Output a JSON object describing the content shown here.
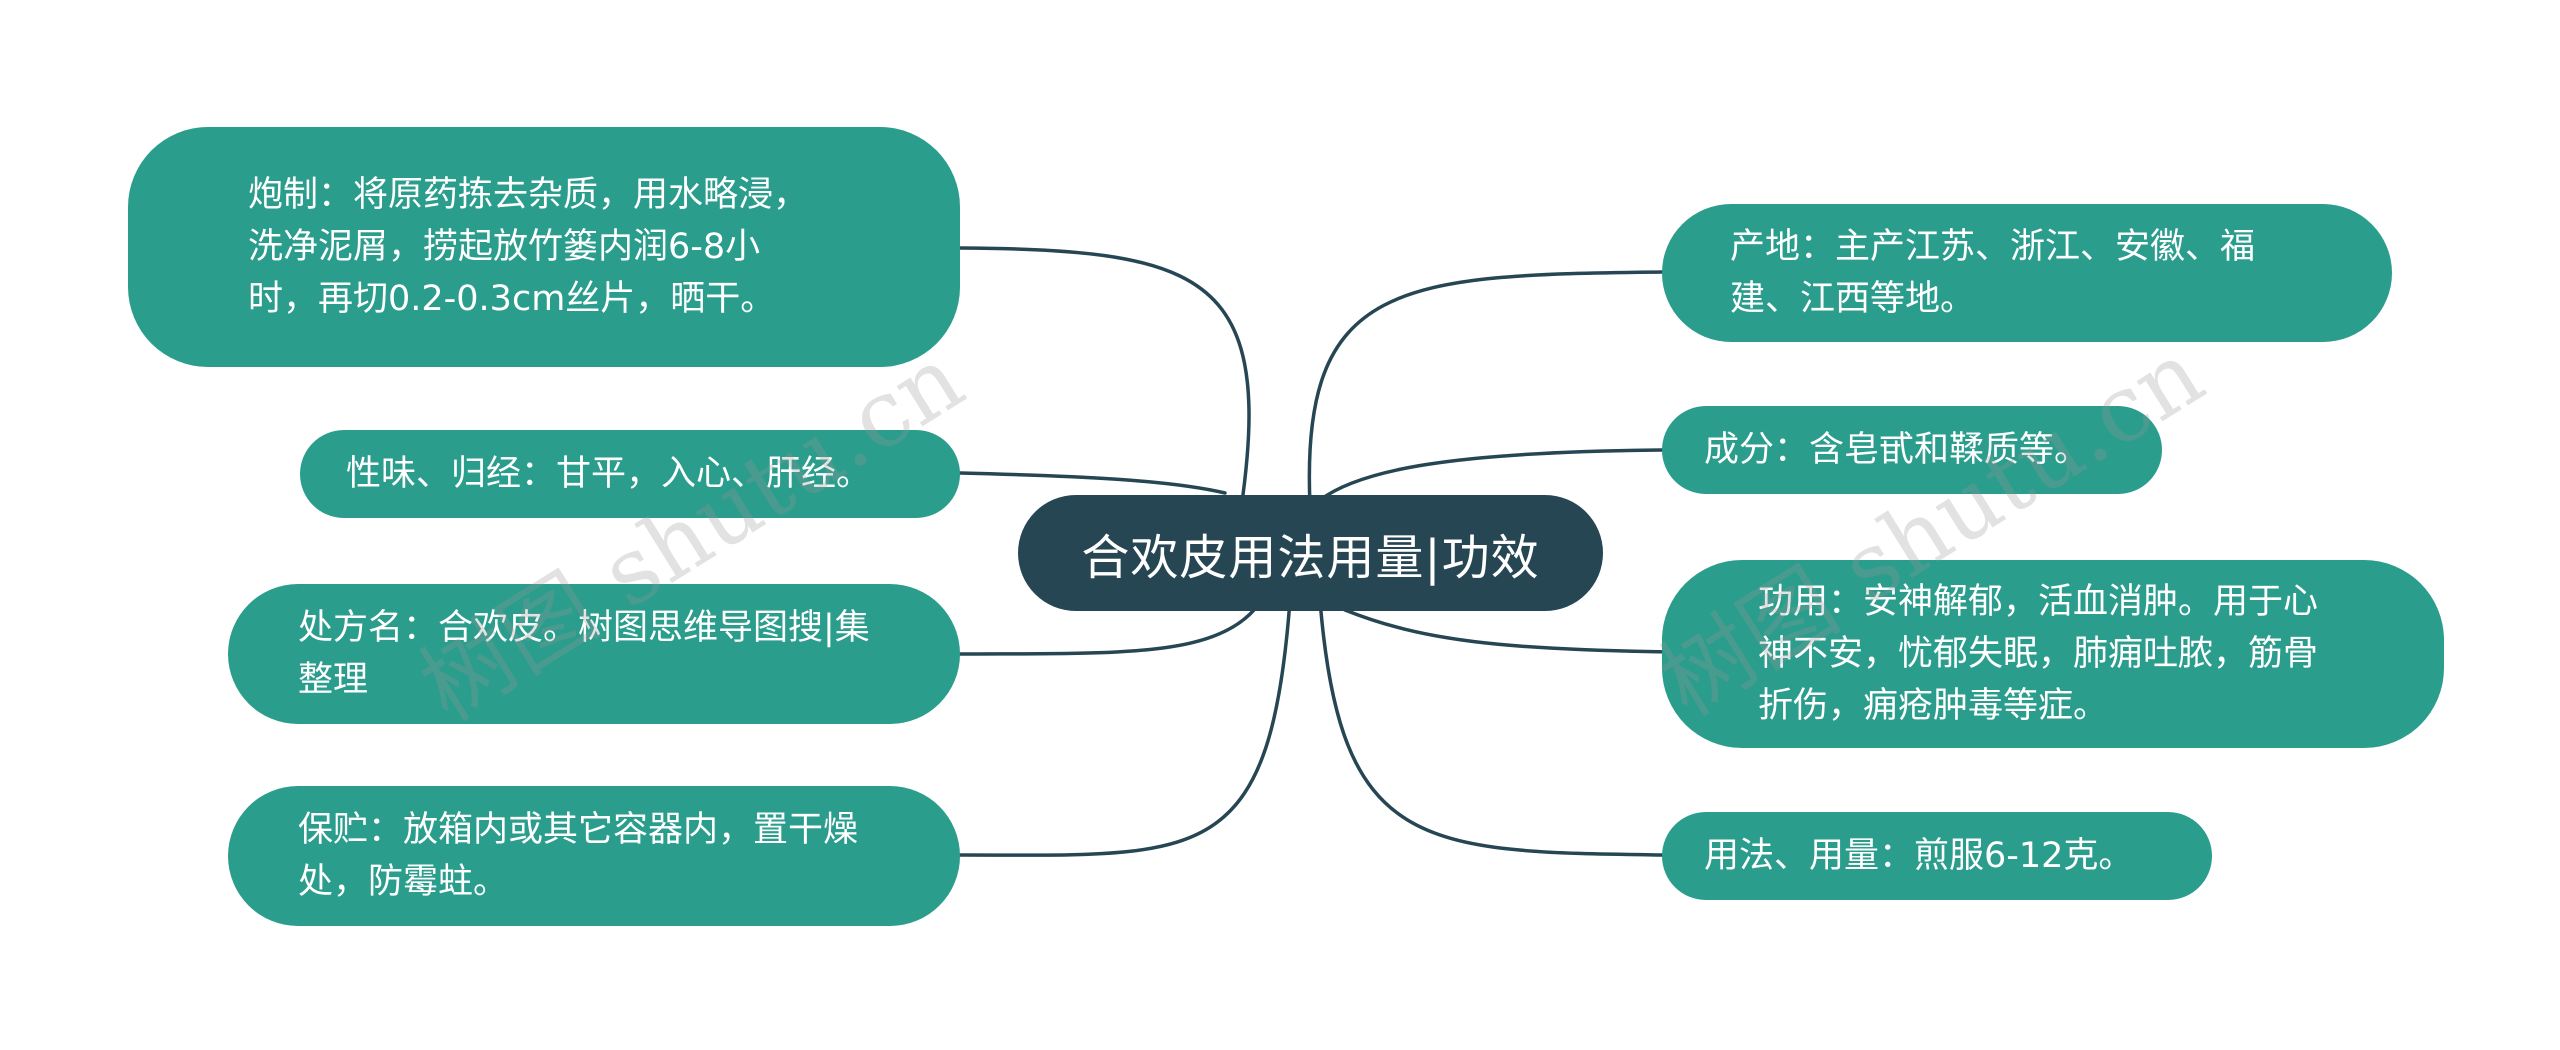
{
  "center": {
    "title": "合欢皮用法用量|功效"
  },
  "left_branches": [
    {
      "text": "炮制：将原药拣去杂质，用水略浸，洗净泥屑，捞起放竹篓内润6-8小时，再切0.2-0.3cm丝片，晒干。"
    },
    {
      "text": "性味、归经：甘平，入心、肝经。"
    },
    {
      "text": "处方名：合欢皮。树图思维导图搜|集整理"
    },
    {
      "text": "保贮：放箱内或其它容器内，置干燥处，防霉蛀。"
    }
  ],
  "right_branches": [
    {
      "text": "产地：主产江苏、浙江、安徽、福建、江西等地。"
    },
    {
      "text": "成分：含皂甙和鞣质等。"
    },
    {
      "text": "功用：安神解郁，活血消肿。用于心神不安，忧郁失眠，肺痈吐脓，筋骨折伤，痈疮肿毒等症。"
    },
    {
      "text": "用法、用量：煎服6-12克。"
    }
  ],
  "watermarks": [
    {
      "text": "树图 shutu.cn"
    },
    {
      "text": "树图 shutu.cn"
    }
  ],
  "colors": {
    "branch_node": "#2b9d8c",
    "center_node": "#264653",
    "connector": "#264653"
  }
}
